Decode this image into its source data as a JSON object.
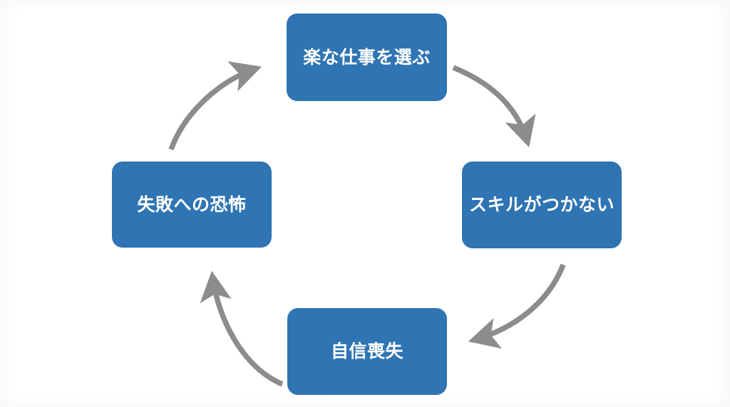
{
  "diagram": {
    "type": "cycle",
    "title": "",
    "background_color": "#ffffff",
    "node_fill_color": "#2F74B3",
    "node_text_color": "#ffffff",
    "arrow_color": "#8C8C8C",
    "nodes": [
      {
        "id": "top",
        "label": "楽な仕事を選ぶ",
        "position": "top"
      },
      {
        "id": "right",
        "label": "スキルがつかない",
        "position": "right"
      },
      {
        "id": "bottom",
        "label": "自信喪失",
        "position": "bottom"
      },
      {
        "id": "left",
        "label": "失敗への恐怖",
        "position": "left"
      }
    ],
    "edges": [
      {
        "from": "top",
        "to": "right",
        "label": "",
        "direction": "clockwise"
      },
      {
        "from": "right",
        "to": "bottom",
        "label": "",
        "direction": "clockwise"
      },
      {
        "from": "bottom",
        "to": "left",
        "label": "",
        "direction": "clockwise"
      },
      {
        "from": "left",
        "to": "top",
        "label": "",
        "direction": "clockwise"
      }
    ]
  }
}
